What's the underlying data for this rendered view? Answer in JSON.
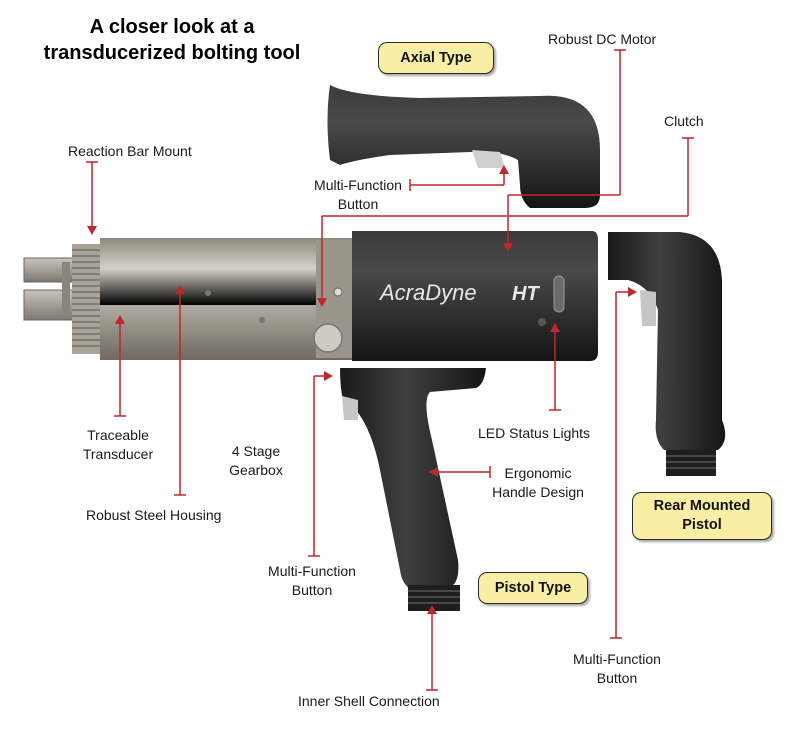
{
  "title": {
    "line1": "A closer look at a",
    "line2": "transducerized bolting tool"
  },
  "badges": {
    "axial": "Axial Type",
    "pistol": "Pistol Type",
    "rear_line1": "Rear Mounted",
    "rear_line2": "Pistol"
  },
  "labels": {
    "dc_motor": "Robust DC Motor",
    "clutch": "Clutch",
    "reaction_bar": "Reaction Bar Mount",
    "mf_top_1": "Multi-Function",
    "mf_top_2": "Button",
    "traceable_1": "Traceable",
    "traceable_2": "Transducer",
    "gearbox_1": "4 Stage",
    "gearbox_2": "Gearbox",
    "led": "LED Status Lights",
    "ergonomic_1": "Ergonomic",
    "ergonomic_2": "Handle Design",
    "housing": "Robust Steel Housing",
    "mf_pistol_1": "Multi-Function",
    "mf_pistol_2": "Button",
    "mf_rear_1": "Multi-Function",
    "mf_rear_2": "Button",
    "inner_shell": "Inner Shell Connection"
  },
  "brand": {
    "logo_text": "AcraDyne",
    "logo_suffix": "HT"
  },
  "colors": {
    "leader": "#c0262c",
    "badge_fill": "#f8efa4",
    "tool_body": "#262626",
    "housing": "#b7b1a7"
  }
}
